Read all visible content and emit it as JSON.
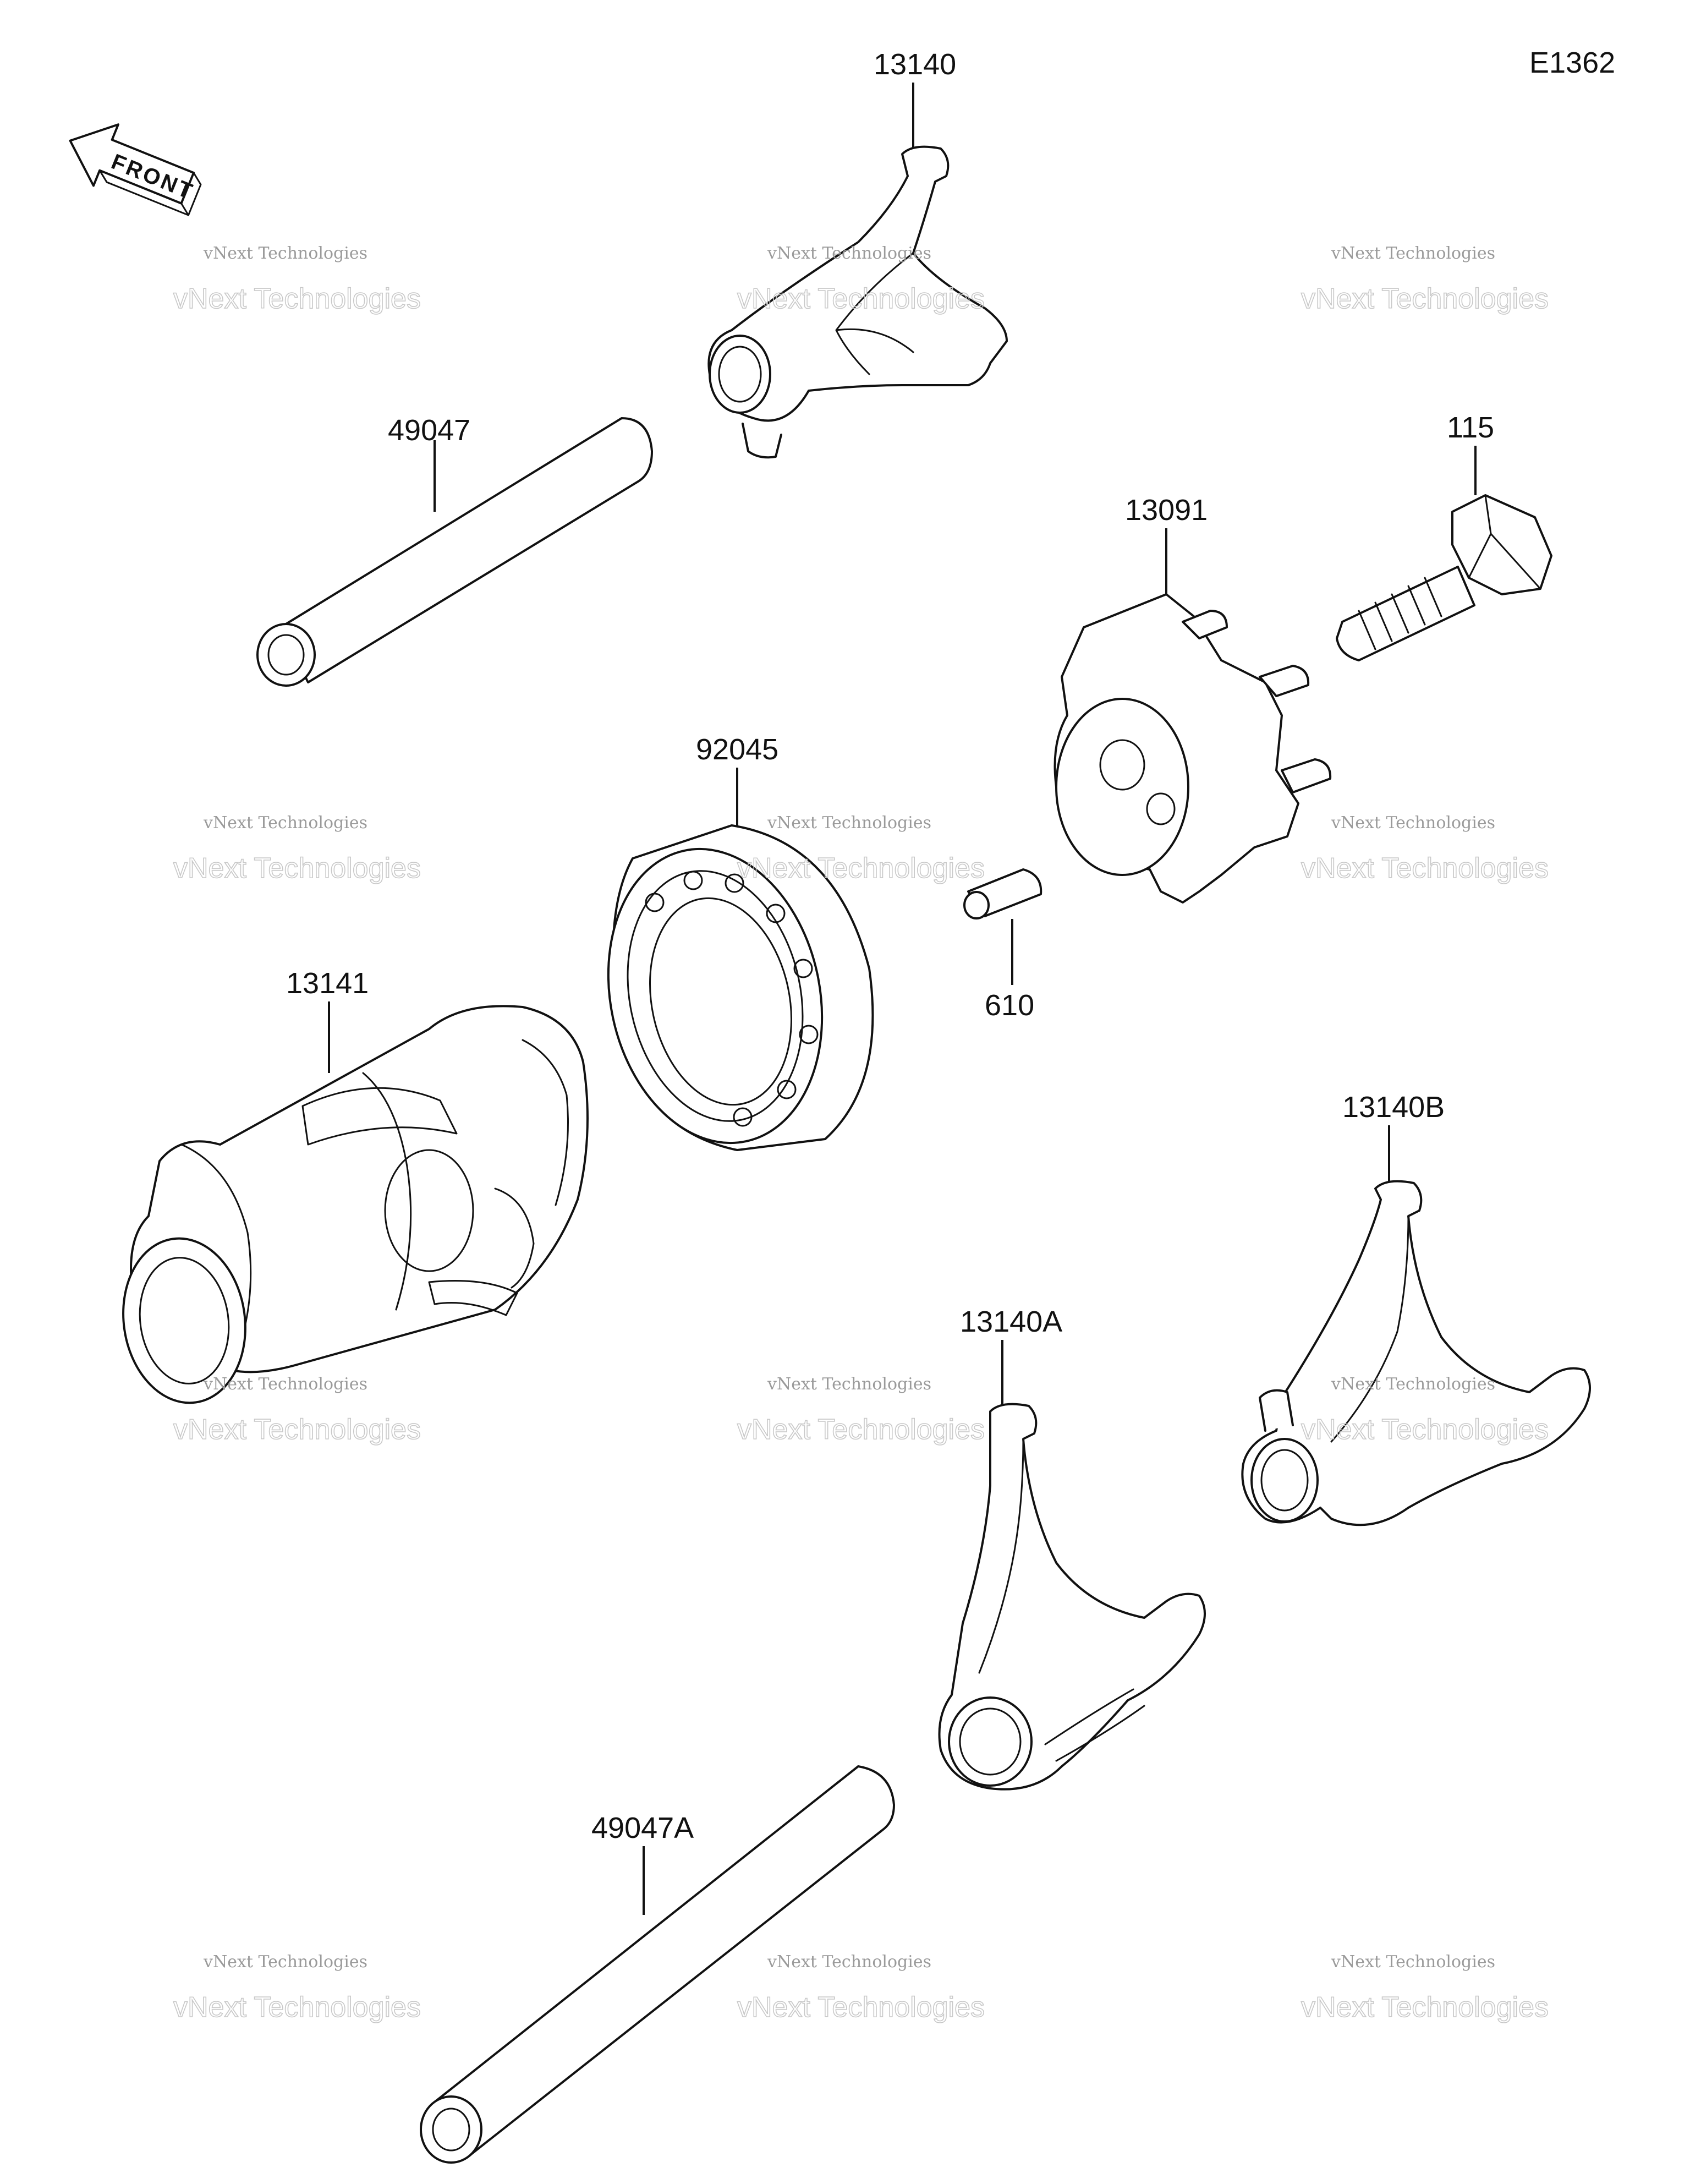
{
  "diagram": {
    "code": "E1362",
    "front_label": "FRONT",
    "parts": [
      {
        "id": "13140"
      },
      {
        "id": "49047"
      },
      {
        "id": "115"
      },
      {
        "id": "13091"
      },
      {
        "id": "92045"
      },
      {
        "id": "13141"
      },
      {
        "id": "610"
      },
      {
        "id": "13140B"
      },
      {
        "id": "13140A"
      },
      {
        "id": "49047A"
      }
    ],
    "watermark": {
      "line1": "vNext Technologies",
      "line2": "vNext Technologies"
    }
  }
}
